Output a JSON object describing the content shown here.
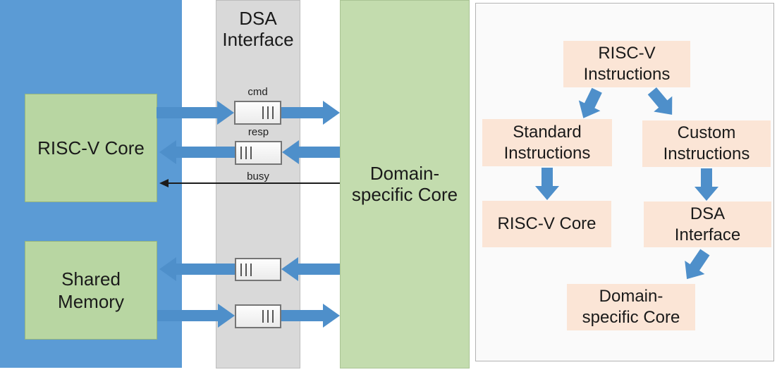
{
  "colors": {
    "host_blue": "#5b9bd5",
    "arrow_blue": "#4e8fca",
    "box_green": "#b8d6a2",
    "column_green": "#c3dcae",
    "strip_gray": "#d9d9d9",
    "flow_peach": "#fbe5d6",
    "panel_bg": "#fafafa",
    "text_color": "#1a1a1a"
  },
  "left_diagram": {
    "dsa_interface_label": "DSA\nInterface",
    "risc_v_core_label": "RISC-V Core",
    "shared_memory_label": "Shared\nMemory",
    "domain_core_label": "Domain-\nspecific Core",
    "signals": {
      "cmd": "cmd",
      "resp": "resp",
      "busy": "busy"
    }
  },
  "flowchart": {
    "risc_v_instructions": "RISC-V\nInstructions",
    "standard_instructions": "Standard\nInstructions",
    "custom_instructions": "Custom\nInstructions",
    "risc_v_core": "RISC-V Core",
    "dsa_interface": "DSA\nInterface",
    "domain_specific_core": "Domain-\nspecific Core"
  }
}
